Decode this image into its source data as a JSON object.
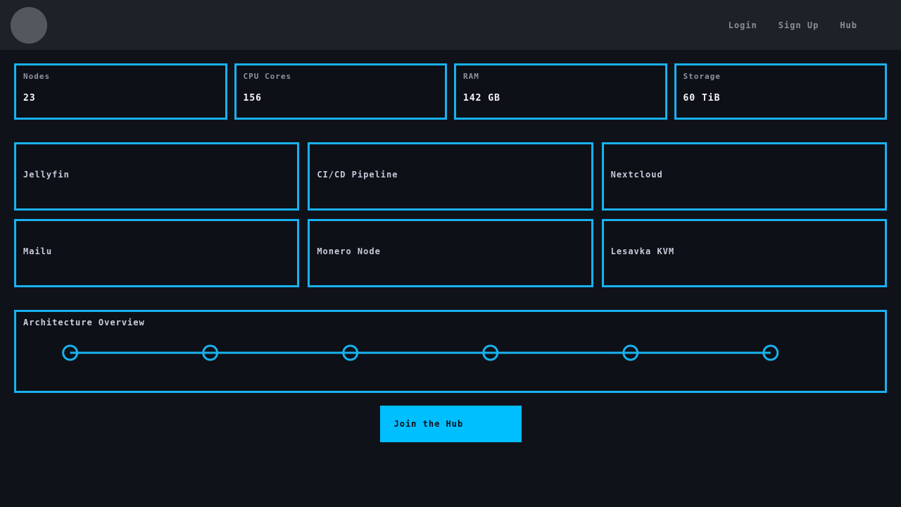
{
  "colors": {
    "accent_border": "#18b2f0",
    "accent_button": "#00bfff",
    "navbar_bg": "#1e2127",
    "page_bg": "#10121a",
    "card_bg": "#0d1016"
  },
  "header": {
    "avatar_icon": "user-avatar-circle",
    "nav": [
      {
        "label": "Login"
      },
      {
        "label": "Sign Up"
      },
      {
        "label": "Hub"
      }
    ]
  },
  "stats": [
    {
      "label": "Nodes",
      "value": "23"
    },
    {
      "label": "CPU Cores",
      "value": "156"
    },
    {
      "label": "RAM",
      "value": "142 GB"
    },
    {
      "label": "Storage",
      "value": "60 TiB"
    }
  ],
  "services": [
    {
      "name": "Jellyfin"
    },
    {
      "name": "CI/CD Pipeline"
    },
    {
      "name": "Nextcloud"
    },
    {
      "name": "Mailu"
    },
    {
      "name": "Monero Node"
    },
    {
      "name": "Lesavka KVM"
    }
  ],
  "architecture": {
    "title": "Architecture Overview",
    "node_count": 6
  },
  "cta": {
    "label": "Join the Hub"
  }
}
